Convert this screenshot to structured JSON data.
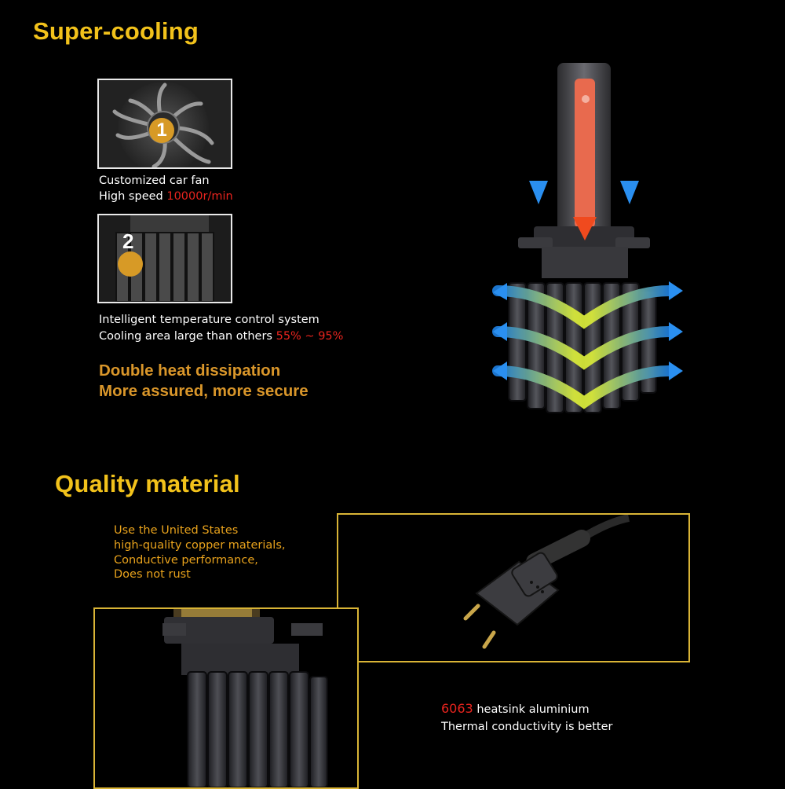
{
  "section1": {
    "title": "Super-cooling",
    "fan": {
      "badge": "1",
      "line1": "Customized car fan",
      "line2_prefix": "High speed ",
      "line2_value": "10000r/min"
    },
    "heatsink": {
      "badge": "2",
      "line1": "Intelligent temperature control system",
      "line2_prefix": "Cooling area large than others ",
      "line2_value": "55% ~ 95%"
    },
    "tagline1": "Double heat dissipation",
    "tagline2": "More assured, more secure"
  },
  "section2": {
    "title": "Quality material",
    "copper_lines": [
      "Use the United States",
      "high-quality copper materials,",
      "Conductive performance,",
      "Does not rust"
    ],
    "aluminium_value": "6063",
    "aluminium_suffix": " heatsink aluminium",
    "aluminium_line2": "Thermal conductivity is better"
  },
  "colors": {
    "heading": "#f2c21b",
    "accent_red": "#e8241e",
    "subheading": "#d9962a",
    "copper_text": "#e8a21c",
    "frame": "#d9b436"
  }
}
